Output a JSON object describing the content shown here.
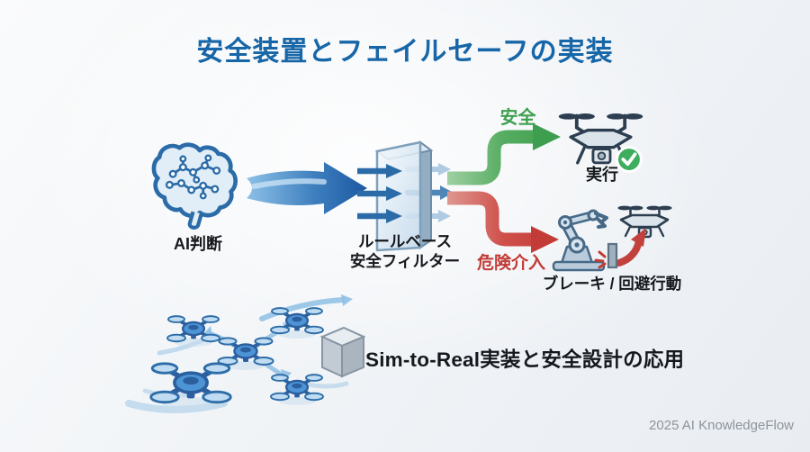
{
  "slide": {
    "title": "安全装置とフェイルセーフの実装",
    "caption": "Sim-to-Real実装と安全設計の応用",
    "footer": "2025 AI KnowledgeFlow"
  },
  "flow": {
    "ai_label": "AI判断",
    "filter_label_line1": "ルールベース",
    "filter_label_line2": "安全フィルター",
    "safe_path_label": "安全",
    "safe_outcome_label": "実行",
    "danger_path_label": "危険介入",
    "danger_outcome_label": "ブレーキ / 回避行動"
  },
  "icons": {
    "brain": "brain-circuit-icon",
    "flow_arrow": "flow-arrow-icon",
    "filter_panel": "safety-filter-panel-icon",
    "safe_arrow": "safe-path-arrow-icon",
    "danger_arrow": "danger-path-arrow-icon",
    "drone_ok": "drone-icon",
    "check_badge": "check-badge-icon",
    "robot_arm": "robot-arm-brake-icon",
    "evading_drone": "evading-drone-icon",
    "swarm": "drone-swarm-icon",
    "obstacle": "obstacle-cube-icon"
  },
  "colors": {
    "title_blue": "#1766A7",
    "safe_green": "#3FA04F",
    "danger_red": "#C23B36",
    "text_dark": "#15181C",
    "footer_gray": "#8D949C",
    "arrow_blue": "#2566A8"
  }
}
